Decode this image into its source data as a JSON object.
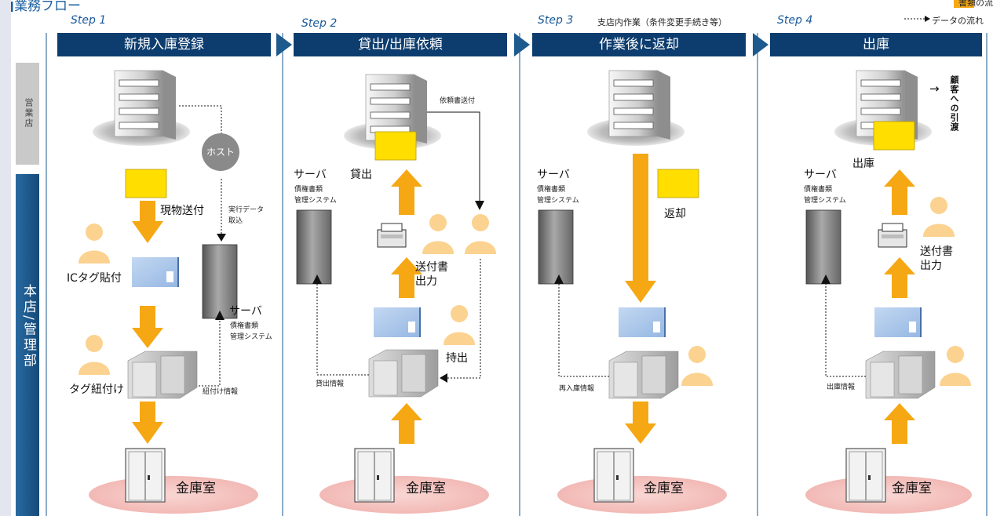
{
  "title": "業務フロー",
  "legend": {
    "doc_flow": "書類の流れ",
    "data_flow": "データの流れ"
  },
  "sidebar": {
    "branch": "営業店",
    "hq": "本店/管理部"
  },
  "steps": [
    {
      "num": "Step 1",
      "title": "新規入庫登録"
    },
    {
      "num": "Step 2",
      "title": "貸出/出庫依頼"
    },
    {
      "num": "Step 3",
      "title": "作業後に返却",
      "note": "支店内作業（条件変更手続き等）"
    },
    {
      "num": "Step 4",
      "title": "出庫"
    }
  ],
  "labels": {
    "host": "ホスト",
    "physical_send": "現物送付",
    "exec_data": "実行データ",
    "import": "取込",
    "ic_tag": "ICタグ貼付",
    "tag_link": "タグ紐付け",
    "link_info": "紐付け情報",
    "server": "サーバ",
    "bond_docs": "債権書類",
    "mgmt_system": "管理システム",
    "vault": "金庫室",
    "request_send": "依頼書送付",
    "lend": "貸出",
    "slip_out1": "送付書",
    "slip_out2": "出力",
    "carry_out": "持出",
    "lend_info": "貸出情報",
    "return": "返却",
    "reentry_info": "再入庫情報",
    "ship_out": "出庫",
    "ship_info": "出庫情報",
    "deliver": "顧客への引渡"
  },
  "colors": {
    "navy": "#0d3d6e",
    "orange": "#f5a814",
    "yellow": "#ffde00",
    "blue_doc": "#a8c6ea",
    "vault_pink": "#f7c7c4",
    "sidebar_gray": "#c9c9c9",
    "sidebar_blue": "#1d5a8e"
  }
}
